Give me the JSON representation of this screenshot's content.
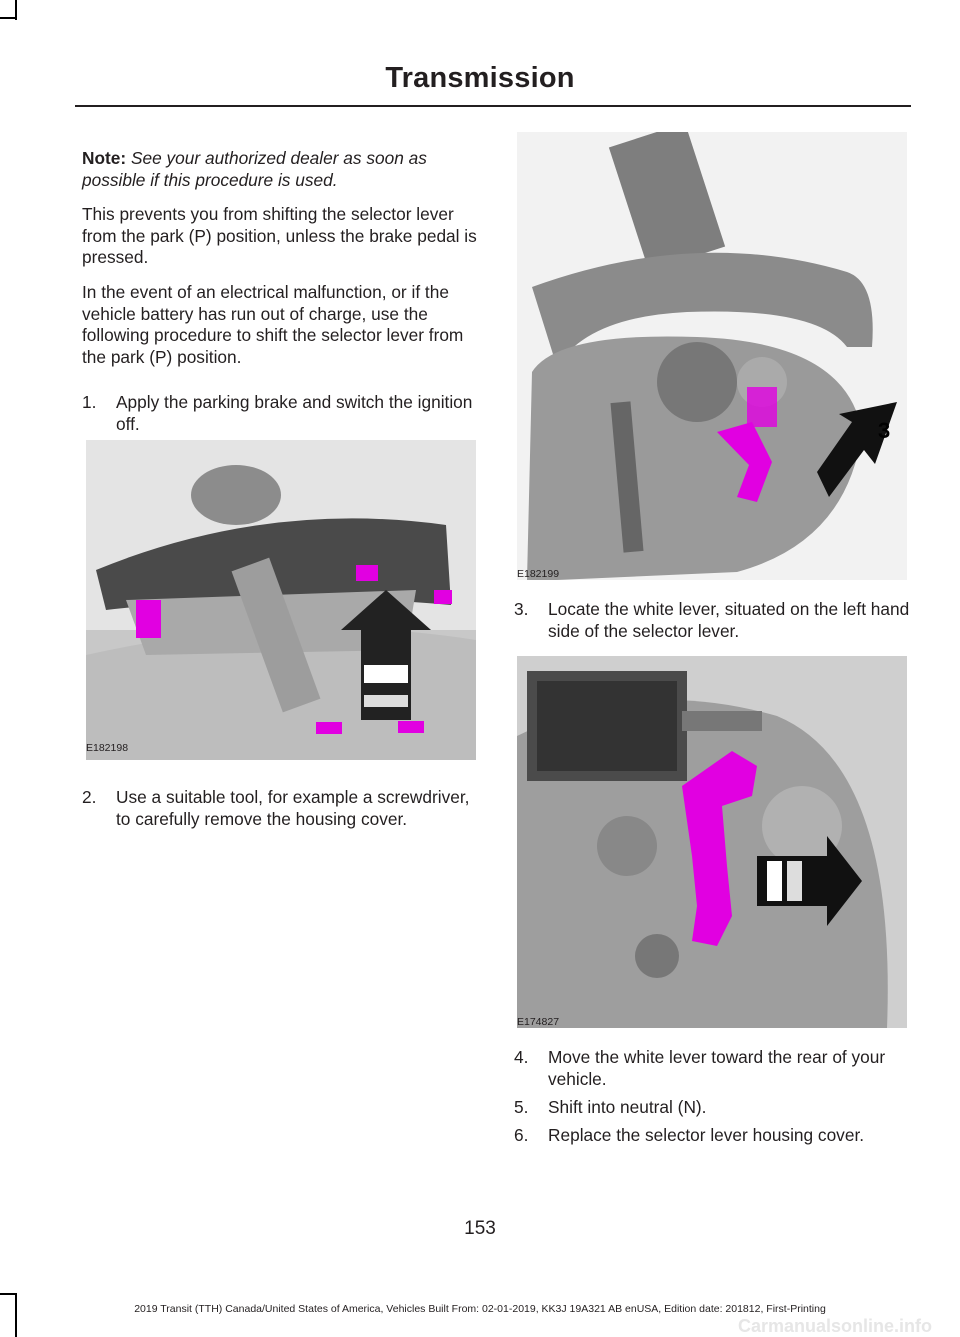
{
  "header": {
    "title": "Transmission"
  },
  "left_column": {
    "note_label": "Note:",
    "note_text": "See your authorized dealer as soon as possible if this procedure is used.",
    "para1": "This prevents you from shifting the selector lever from the park (P) position, unless the brake pedal is pressed.",
    "para2": "In the event of an electrical malfunction, or if the vehicle battery has run out of charge, use the following procedure to shift the selector lever from the park (P) position.",
    "step1_num": "1.",
    "step1_text": "Apply the parking brake and switch the ignition off.",
    "fig1_code": "E182198",
    "step2_num": "2.",
    "step2_text": "Use a suitable tool, for example a screwdriver, to carefully remove the housing cover."
  },
  "right_column": {
    "fig2_code": "E182199",
    "fig2_callout": "3",
    "step3_num": "3.",
    "step3_text": "Locate the white lever, situated on the left hand side of the selector lever.",
    "fig3_code": "E174827",
    "step4_num": "4.",
    "step4_text": "Move the white lever toward the rear of your vehicle.",
    "step5_num": "5.",
    "step5_text": "Shift into neutral (N).",
    "step6_num": "6.",
    "step6_text": "Replace the selector lever housing cover."
  },
  "page_number": "153",
  "footer": "2019 Transit (TTH) Canada/United States of America, Vehicles Built From: 02-01-2019, KK3J 19A321 AB enUSA, Edition date: 201812, First-Printing",
  "watermark": "Carmanualsonline.info",
  "colors": {
    "highlight": "#e100e1",
    "text": "#231f20"
  }
}
